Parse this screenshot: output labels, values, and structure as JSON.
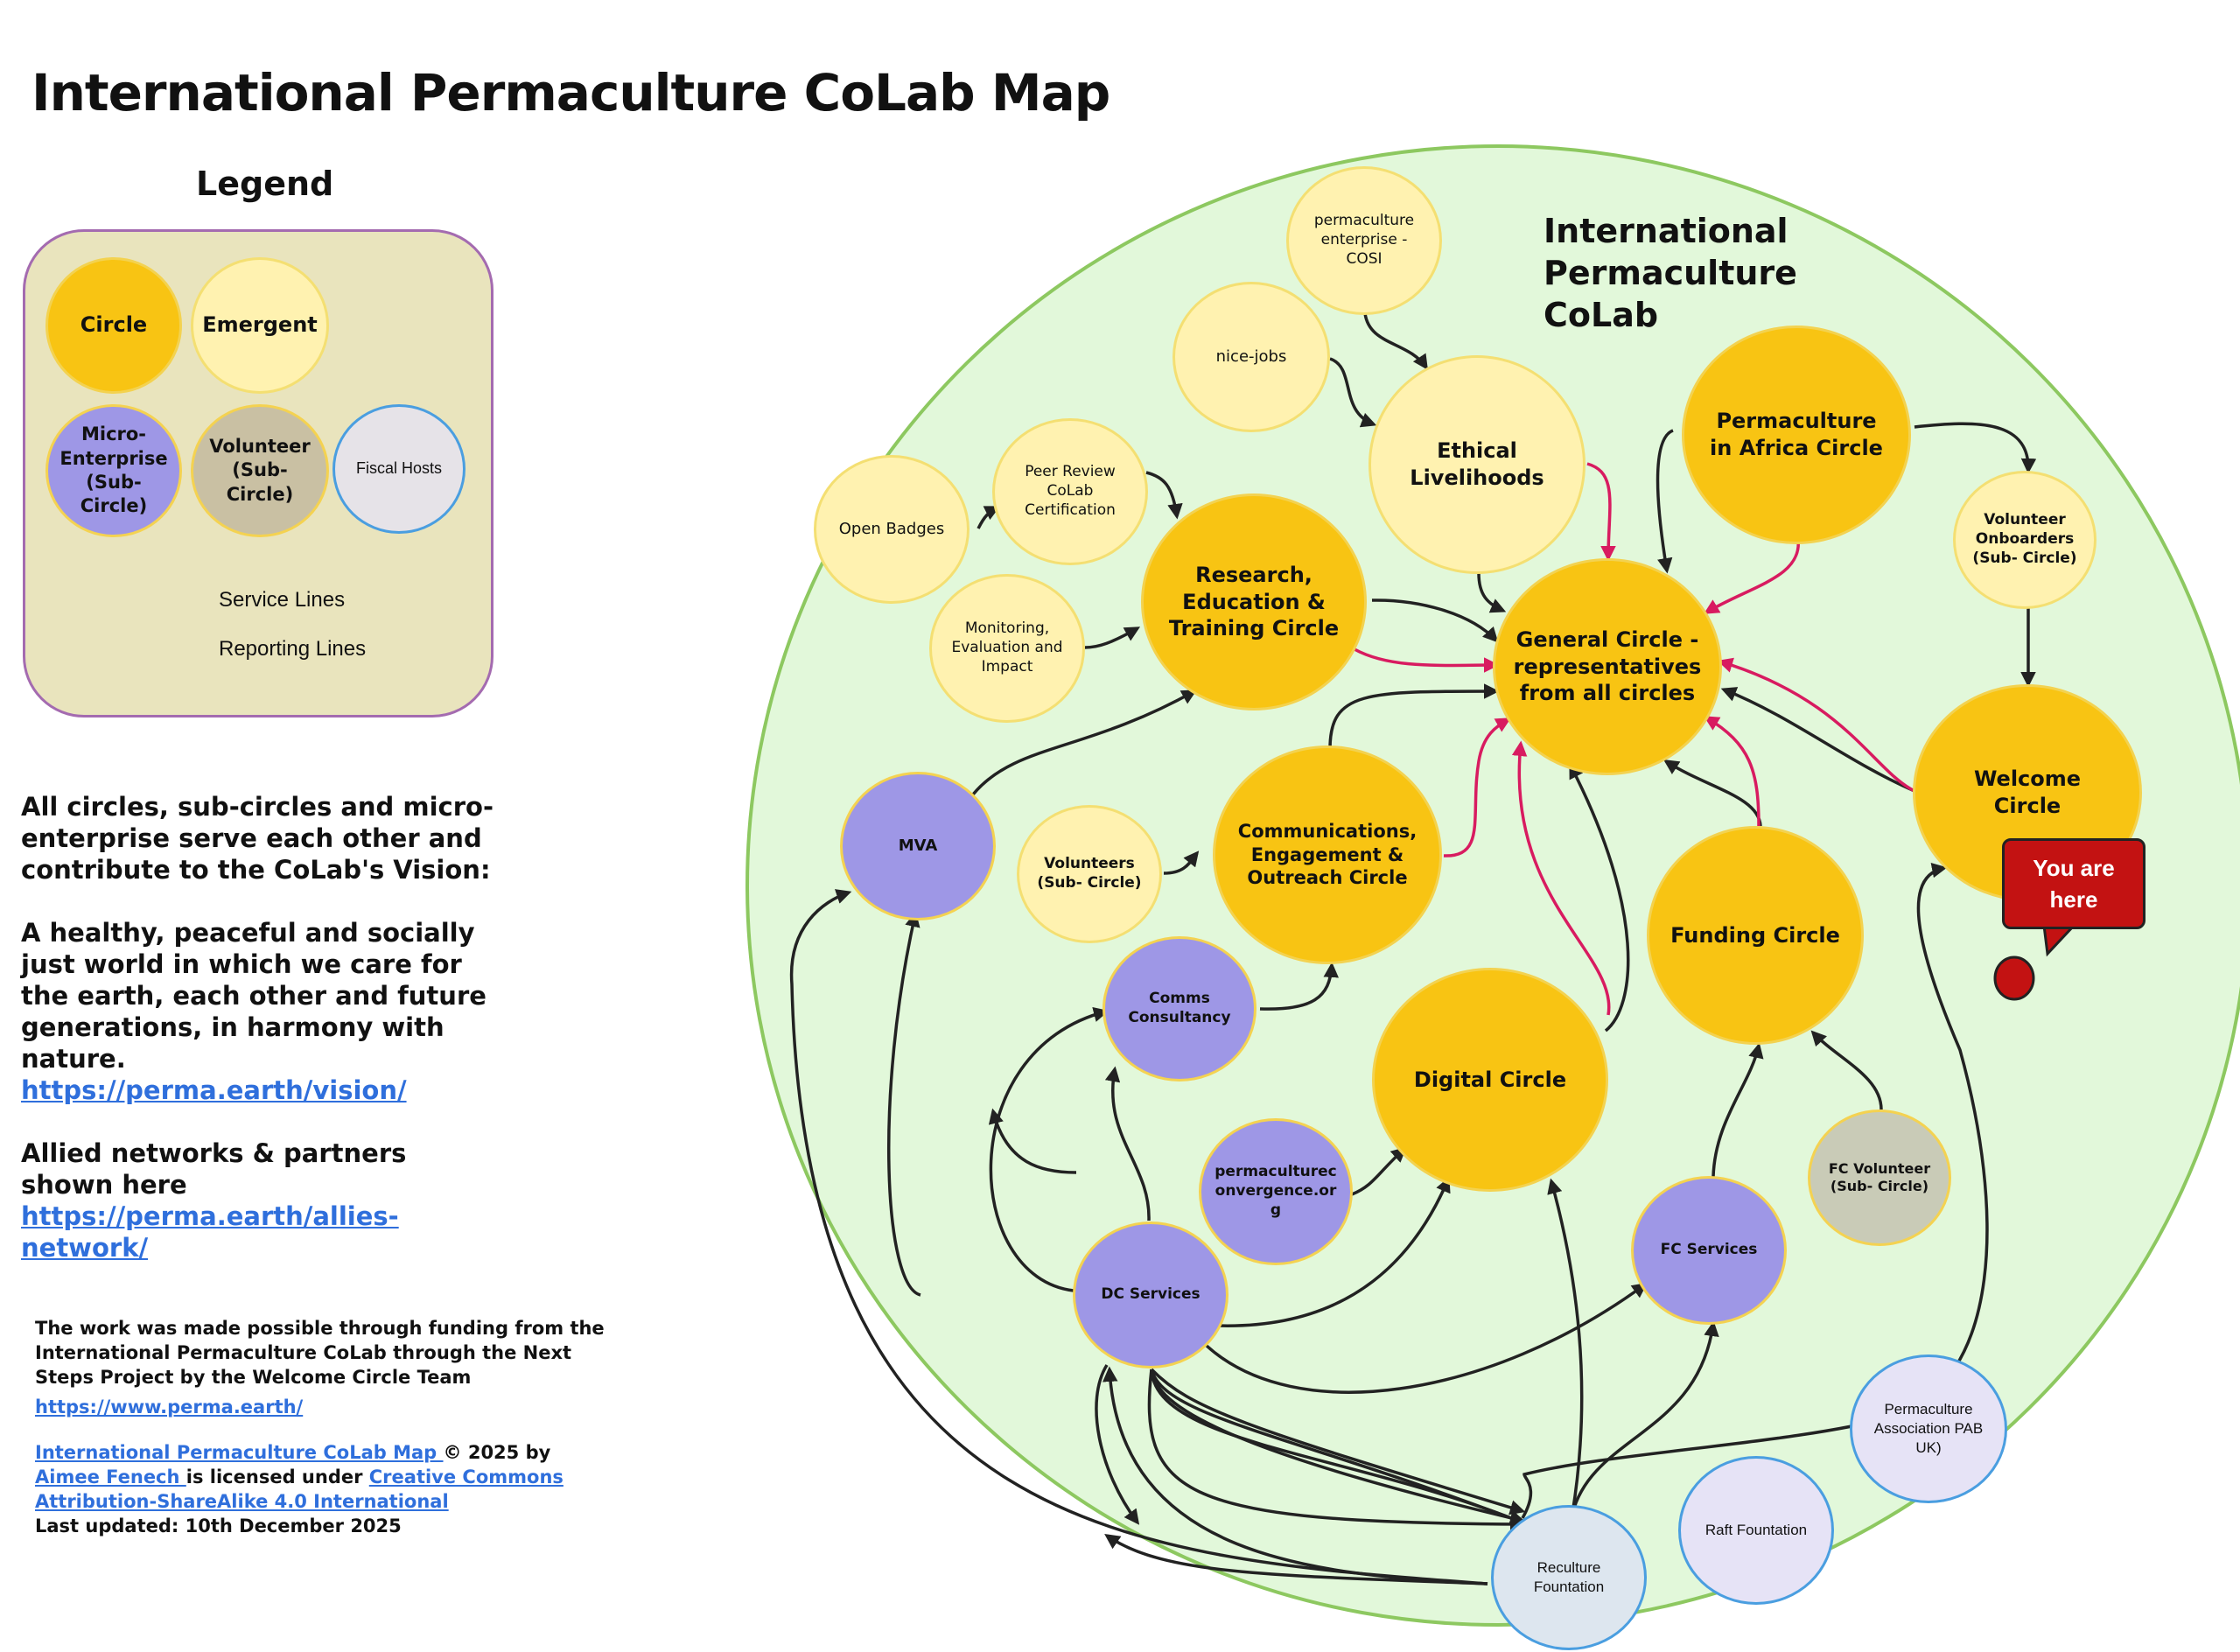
{
  "title": "International Permaculture CoLab Map",
  "legend": {
    "title": "Legend",
    "items": {
      "circle": "Circle",
      "emergent": "Emergent",
      "micro": "Micro-\nEnterprise\n(Sub-\nCircle)",
      "volunteer": "Volunteer\n(Sub-\nCircle)",
      "fiscal": "Fiscal Hosts"
    },
    "service_lines": "Service Lines",
    "reporting_lines": "Reporting Lines"
  },
  "side": {
    "intro": "All circles, sub-circles and micro-enterprise serve each other and contribute to the CoLab's Vision:",
    "vision": "A healthy, peaceful and socially just world in which we care for the earth, each other and future generations, in harmony with nature.",
    "vision_link": "https://perma.earth/vision/",
    "allies": "Allied networks & partners shown here",
    "allies_link": "https://perma.earth/allies-network/"
  },
  "footer": {
    "funding": "The work was made possible through funding from the International Permaculture CoLab through the Next Steps Project by the Welcome Circle Team",
    "site_link": "https://www.perma.earth/",
    "map_link": "International Permaculture CoLab Map ",
    "copyright": " © 2025  by ",
    "author_link": " Aimee Fenech ",
    "licensed": " is licensed under ",
    "license_link": " Creative Commons Attribution-ShareAlike 4.0 International ",
    "updated": "Last updated: 10th December 2025"
  },
  "map": {
    "label": "International\nPermaculture\nCoLab",
    "you_are_here": "You are\nhere",
    "nodes": {
      "cosi": "permaculture\nenterprise -\nCOSI",
      "nice_jobs": "nice-jobs",
      "ethical": "Ethical\nLivelihoods",
      "africa": "Permaculture\nin Africa Circle",
      "onboarders": "Volunteer\nOnboarders\n(Sub- Circle)",
      "open_badges": "Open Badges",
      "peer_review": "Peer Review\nCoLab\nCertification",
      "research": "Research,\nEducation &\nTraining Circle",
      "general": "General Circle -\nrepresentatives\nfrom all circles",
      "monitoring": "Monitoring,\nEvaluation and\nImpact",
      "welcome": "Welcome\nCircle",
      "mva": "MVA",
      "volunteers": "Volunteers\n(Sub- Circle)",
      "comms": "Communications,\nEngagement &\nOutreach Circle",
      "funding": "Funding Circle",
      "comms_consultancy": "Comms\nConsultancy",
      "digital": "Digital Circle",
      "convergence": "permaculturec\nonvergence.or\ng",
      "fc_volunteer": "FC Volunteer\n(Sub- Circle)",
      "fc_services": "FC Services",
      "dc_services": "DC Services",
      "pab": "Permaculture\nAssociation PAB\nUK)",
      "raft": "Raft Fountation",
      "reculture": "Reculture\nFountation"
    }
  },
  "colors": {
    "circle": "#f8c413",
    "emergent": "#fff2b0",
    "micro": "#9e97e6",
    "volunteer": "#c9cbb7",
    "fiscal_host": "#e6e3f6",
    "colab_bg": "#e2f8da",
    "service_line": "#222222",
    "reporting_line": "#d81b60",
    "you_are_here": "#c31212"
  }
}
